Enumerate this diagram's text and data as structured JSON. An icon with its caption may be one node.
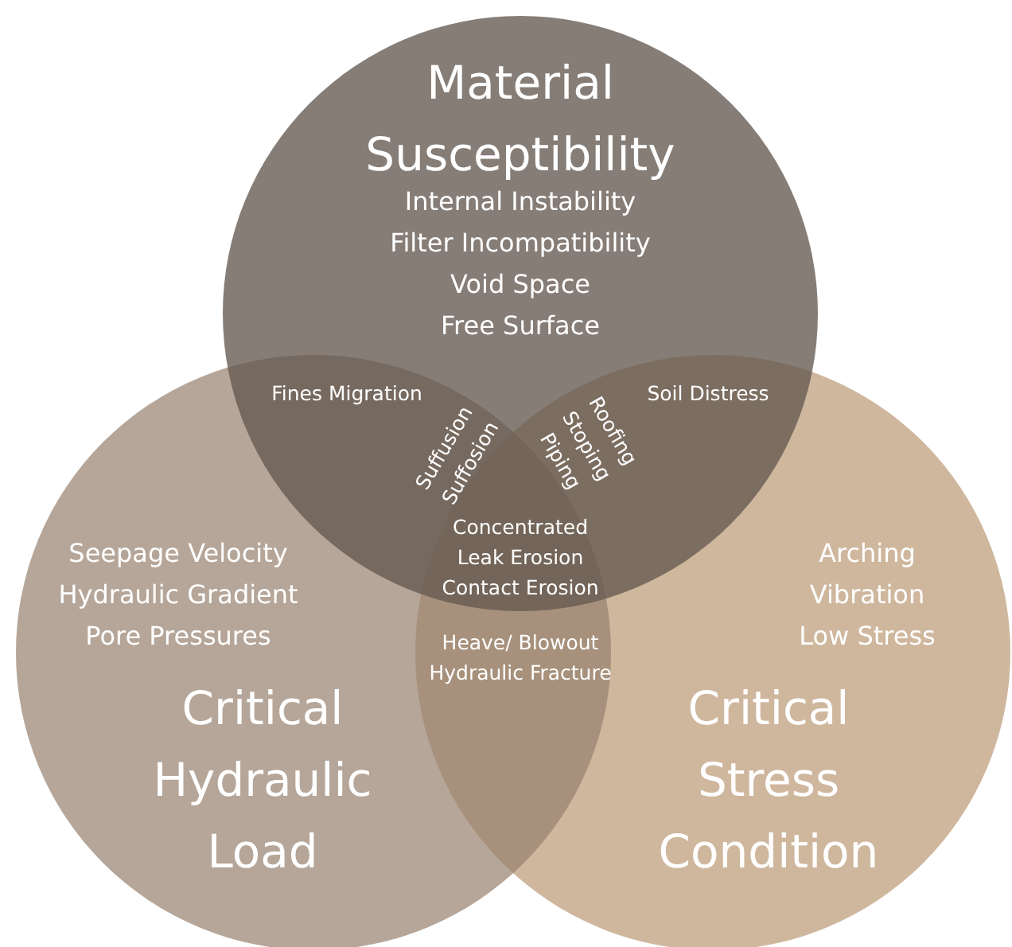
{
  "diagram": {
    "nodes": [
      {
        "text": [
          "Material Susceptibility",
          "Internal Instability",
          "Filter Incompatibility",
          "Void Space",
          "Free Surface"
        ]
      },
      {
        "text": [
          "Seepage Velocity",
          "Hydraulic Gradient",
          "Pore Pressures",
          "Critical Hydraulic Load"
        ]
      },
      {
        "text": [
          "Arching",
          "Vibration",
          "Low Stress",
          "Critical Stress Condition"
        ]
      }
    ],
    "labels": [
      "Fines Migration",
      "Soil Distress",
      "Suffusion",
      "Suffosion",
      "Roofing",
      "Stoping",
      "Piping",
      "Concentrated",
      "Leak Erosion",
      "Contact Erosion",
      "Heave/ Blowout",
      "Hydraulic Fracture"
    ]
  }
}
